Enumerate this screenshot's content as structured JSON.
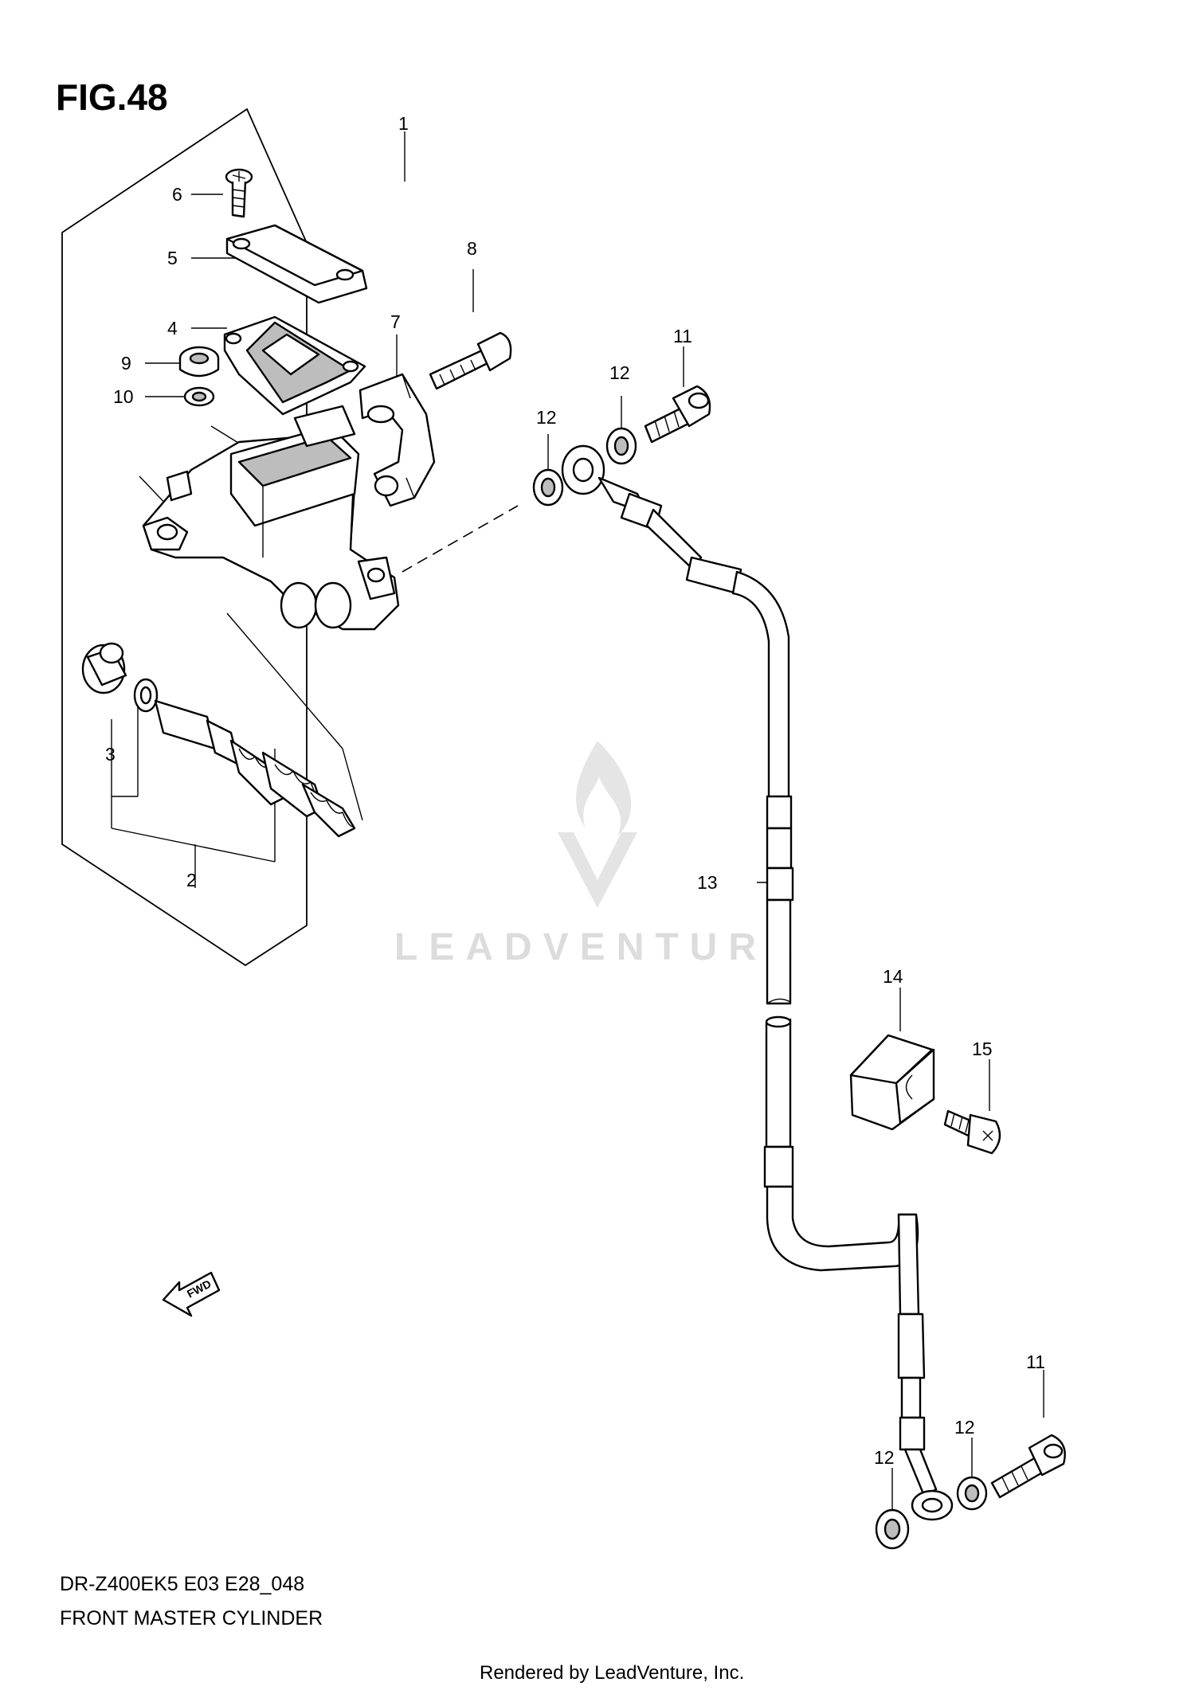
{
  "figure": {
    "title": "FIG.48",
    "model_code": "DR-Z400EK5  E03  E28_048",
    "caption": "FRONT MASTER CYLINDER",
    "footer": "Rendered by LeadVenture, Inc.",
    "watermark": "LEADVENTURE",
    "fwd_label": "FWD"
  },
  "callouts": {
    "c1": "1",
    "c2": "2",
    "c3": "3",
    "c4": "4",
    "c5": "5",
    "c6": "6",
    "c7": "7",
    "c8": "8",
    "c9": "9",
    "c10": "10",
    "c11a": "11",
    "c11b": "11",
    "c12a": "12",
    "c12b": "12",
    "c12c": "12",
    "c12d": "12",
    "c13": "13",
    "c14": "14",
    "c15": "15"
  }
}
